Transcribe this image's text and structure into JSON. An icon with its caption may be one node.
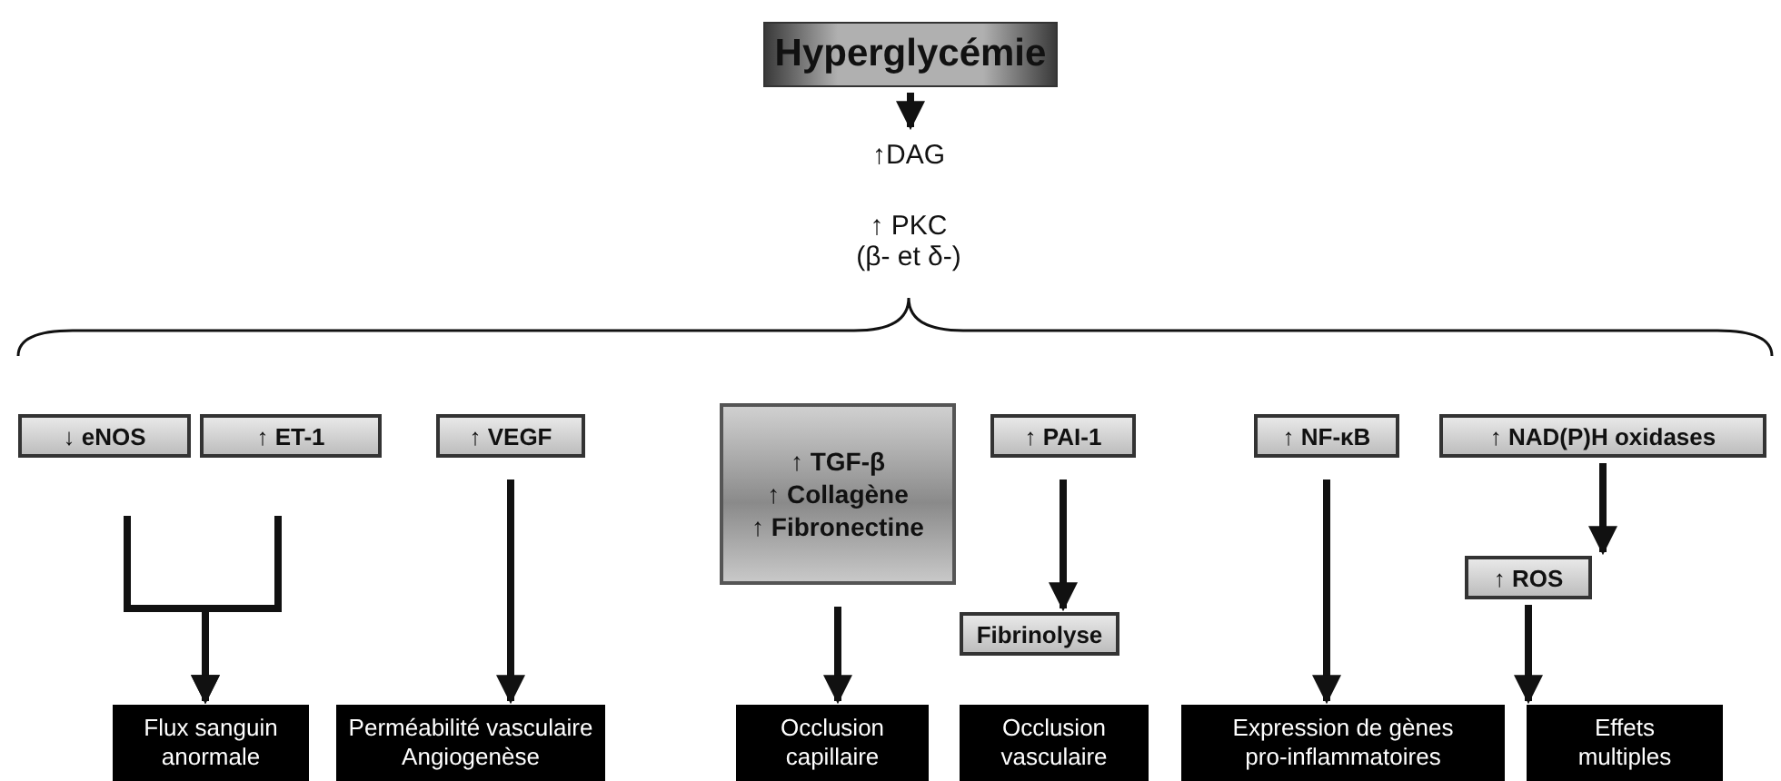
{
  "diagram": {
    "nodes": [
      {
        "text": [
          "Hyperglycémie"
        ]
      },
      {
        "text": [
          "↑DAG"
        ]
      },
      {
        "text": [
          "↑ PKC",
          "(β- et δ-)"
        ]
      },
      {
        "text": [
          "↓ eNOS"
        ]
      },
      {
        "text": [
          "↑ ET-1"
        ]
      },
      {
        "text": [
          "↑ VEGF"
        ]
      },
      {
        "text": [
          "↑ TGF-β",
          "↑ Collagène",
          "↑ Fibronectine"
        ]
      },
      {
        "text": [
          "↑ PAI-1"
        ]
      },
      {
        "text": [
          "↑ NF-κB"
        ]
      },
      {
        "text": [
          "↑ NAD(P)H oxidases"
        ]
      },
      {
        "text": [
          "Fibrinolyse"
        ]
      },
      {
        "text": [
          "↑ ROS"
        ]
      },
      {
        "text": [
          "Flux sanguin anormale"
        ]
      },
      {
        "text": [
          "Perméabilité vasculaire",
          "Angiogenèse"
        ]
      },
      {
        "text": [
          "Occlusion capillaire"
        ]
      },
      {
        "text": [
          "Occlusion vasculaire"
        ]
      },
      {
        "text": [
          "Expression de gènes pro-inflammatoires"
        ]
      },
      {
        "text": [
          "Effets multiples"
        ]
      }
    ],
    "edges": [
      {
        "from": 0,
        "to": 1,
        "arrow": "to"
      },
      {
        "from": 3,
        "to": 12,
        "arrow": "to"
      },
      {
        "from": 4,
        "to": 12,
        "arrow": "to"
      },
      {
        "from": 5,
        "to": 13,
        "arrow": "to"
      },
      {
        "from": 6,
        "to": 14,
        "arrow": "to"
      },
      {
        "from": 7,
        "to": 10,
        "arrow": "to"
      },
      {
        "from": 8,
        "to": 16,
        "arrow": "to"
      },
      {
        "from": 9,
        "to": 11,
        "arrow": "to"
      },
      {
        "from": 11,
        "to": 17,
        "arrow": "to"
      }
    ]
  }
}
